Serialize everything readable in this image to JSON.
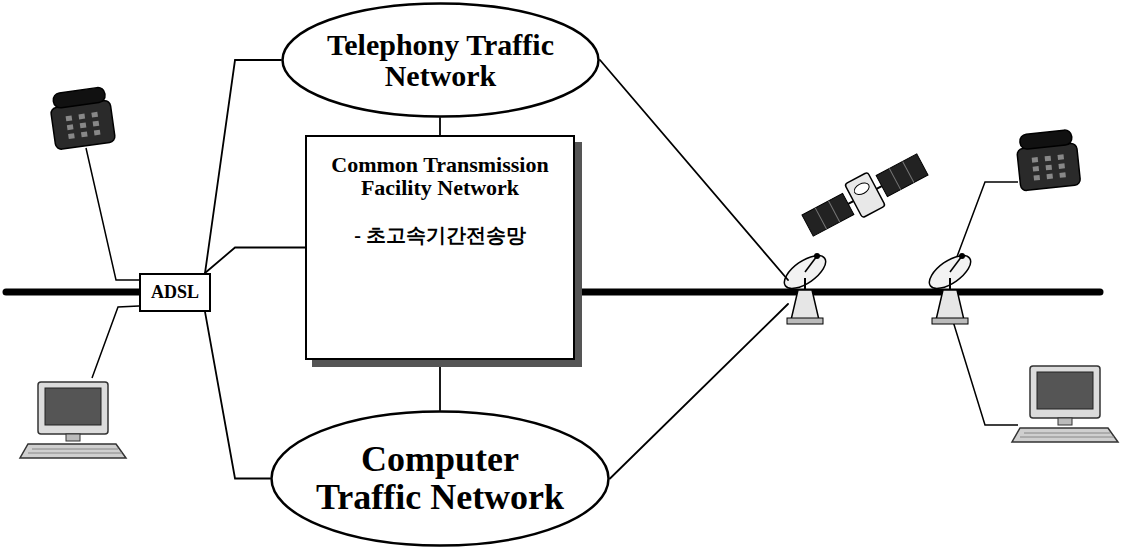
{
  "diagram": {
    "nodes": [
      {
        "text": [
          "Telephony Traffic Network"
        ]
      },
      {
        "text": [
          "Common Transmission Facility Network",
          "- 초고속기간전송망"
        ]
      },
      {
        "text": [
          "Computer Traffic Network"
        ]
      },
      {
        "text": [
          "ADSL"
        ]
      }
    ],
    "edges": [
      {
        "from": 3,
        "to": 0,
        "arrow": "none"
      },
      {
        "from": 3,
        "to": 2,
        "arrow": "none"
      },
      {
        "from": 3,
        "to": 1,
        "arrow": "none"
      },
      {
        "from": 0,
        "to": 1,
        "arrow": "none"
      },
      {
        "from": 1,
        "to": 2,
        "arrow": "none"
      }
    ]
  }
}
